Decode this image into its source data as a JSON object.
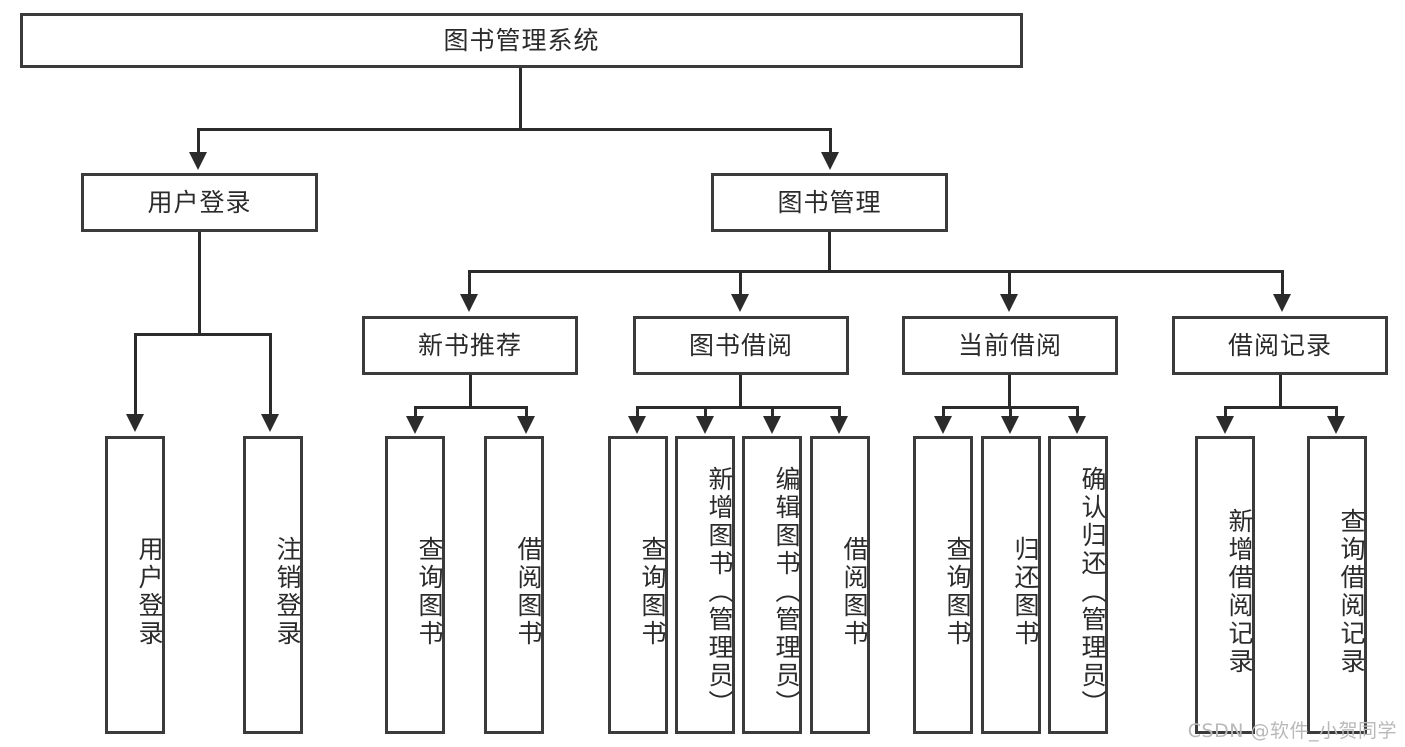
{
  "diagram": {
    "type": "tree-hierarchy-chart",
    "title_node": {
      "label": "图书管理系统"
    },
    "level2": [
      {
        "id": "user-login",
        "label": "用户登录"
      },
      {
        "id": "book-management",
        "label": "图书管理"
      }
    ],
    "level3": [
      {
        "id": "new-book-recommend",
        "label": "新书推荐"
      },
      {
        "id": "book-borrow",
        "label": "图书借阅"
      },
      {
        "id": "current-borrow",
        "label": "当前借阅"
      },
      {
        "id": "borrow-record",
        "label": "借阅记录"
      }
    ],
    "leaves": {
      "user_login": [
        {
          "id": "leaf-user-login",
          "label": "用户登录"
        },
        {
          "id": "leaf-logout-login",
          "label": "注销登录"
        }
      ],
      "new_book_recommend": [
        {
          "id": "leaf-query-book-1",
          "label": "查询图书"
        },
        {
          "id": "leaf-borrow-book-1",
          "label": "借阅图书"
        }
      ],
      "book_borrow": [
        {
          "id": "leaf-query-book-2",
          "label": "查询图书"
        },
        {
          "id": "leaf-add-book",
          "label": "新增图书（管理员）"
        },
        {
          "id": "leaf-edit-book",
          "label": "编辑图书（管理员）"
        },
        {
          "id": "leaf-borrow-book-2",
          "label": "借阅图书"
        }
      ],
      "current_borrow": [
        {
          "id": "leaf-query-book-3",
          "label": "查询图书"
        },
        {
          "id": "leaf-return-book",
          "label": "归还图书"
        },
        {
          "id": "leaf-confirm-return",
          "label": "确认归还（管理员）"
        }
      ],
      "borrow_record": [
        {
          "id": "leaf-add-record",
          "label": "新增借阅记录"
        },
        {
          "id": "leaf-query-record",
          "label": "查询借阅记录"
        }
      ]
    },
    "colors": {
      "stroke": "#2b2b2b",
      "box_border": "#3b3b3b",
      "background": "#ffffff",
      "text": "#2b2b2b",
      "watermark": "#b9b9b9"
    }
  },
  "watermark": {
    "text": "CSDN @软件_小贺同学"
  }
}
